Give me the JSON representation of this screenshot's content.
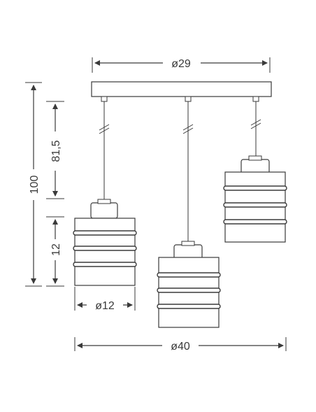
{
  "dimensions": {
    "canopy_width": "ø29",
    "total_width": "ø40",
    "shade_diameter": "ø12",
    "total_height": "100",
    "cable_length": "81,5",
    "shade_height": "12"
  }
}
